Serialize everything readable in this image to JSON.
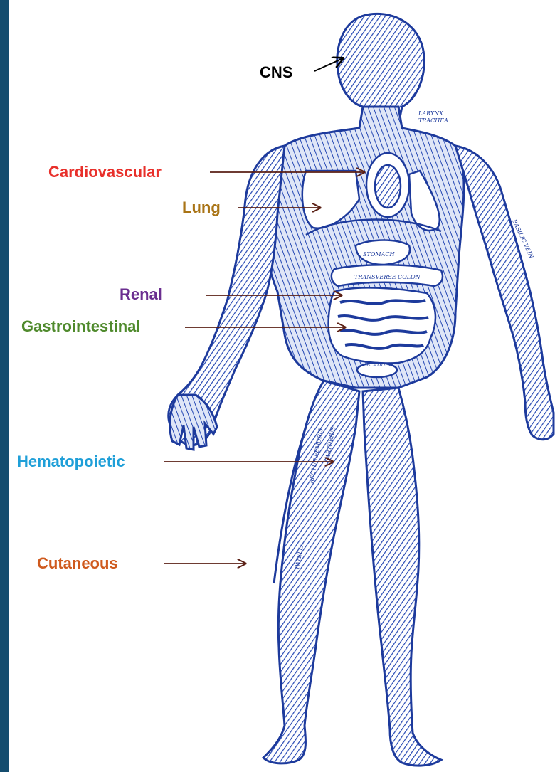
{
  "colors": {
    "left_bar": "#154d6e",
    "anatomy_ink": "#2447b3",
    "anatomy_light": "#8fa6e0",
    "arrow": "#5a1f14"
  },
  "labels": {
    "cns": {
      "text": "CNS",
      "color": "#000000"
    },
    "cardiovascular": {
      "text": "Cardiovascular",
      "color": "#e8302b"
    },
    "lung": {
      "text": "Lung",
      "color": "#a97416"
    },
    "renal": {
      "text": "Renal",
      "color": "#6b2e90"
    },
    "gastrointestinal": {
      "text": "Gastrointestinal",
      "color": "#4f8a2c"
    },
    "hematopoietic": {
      "text": "Hematopoietic",
      "color": "#1f9fd8"
    },
    "cutaneous": {
      "text": "Cutaneous",
      "color": "#cf5a1e"
    }
  },
  "illustration": {
    "name": "human anatomical figure (venous and organ system drawing)",
    "printed_words": [
      "LARYNX",
      "TRACHEA",
      "BASILIC VEIN",
      "STOMACH",
      "TRANSVERSE COLON",
      "SARTORIUS",
      "RECTUS FEMORIS",
      "PATELLA",
      "BLADDER"
    ]
  }
}
